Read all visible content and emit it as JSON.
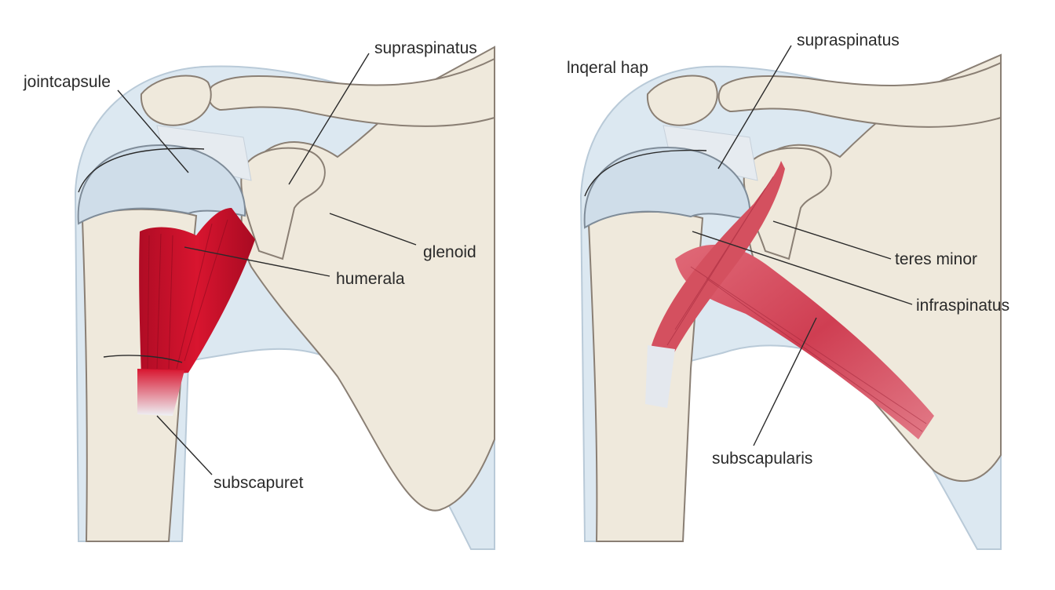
{
  "colors": {
    "bone": "#efe9dc",
    "bone_shadow": "#ddd4c2",
    "cartilage": "#cfdde9",
    "capsule": "#dce8f1",
    "ligament": "#e6ebf0",
    "muscle_red": "#c8102e",
    "muscle_pink": "#d44a5c",
    "tendon": "#e4e8ee"
  },
  "left_panel": {
    "labels": {
      "joint_capsule": "jointcapsule",
      "supraspinatus": "supraspinatus",
      "glenoid": "glenoid",
      "humerala": "humerala",
      "subscapuret": "subscapuret"
    }
  },
  "right_panel": {
    "labels": {
      "lngeral_hap": "lnqeral hap",
      "supraspinatus": "supraspinatus",
      "teres_minor": "teres minor",
      "infraspinatus": "infraspinatus",
      "subscapularis": "subscapularis"
    }
  }
}
